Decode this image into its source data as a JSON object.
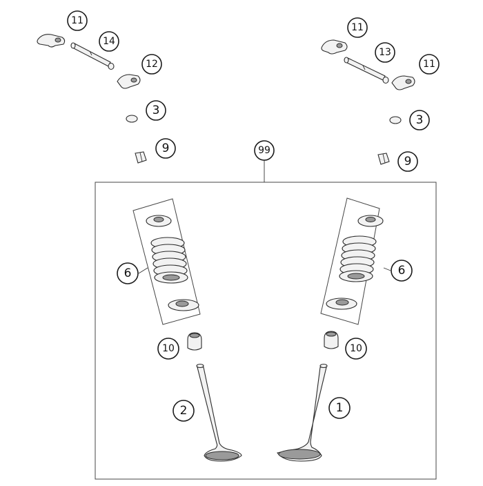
{
  "diagram": {
    "callouts": {
      "c11_top_left": "11",
      "c14": "14",
      "c12": "12",
      "c3_left": "3",
      "c9_left": "9",
      "c11_top_right": "11",
      "c13": "13",
      "c11_right": "11",
      "c3_right": "3",
      "c9_right": "9",
      "c99": "99",
      "c6_left": "6",
      "c6_right": "6",
      "c10_left": "10",
      "c10_right": "10",
      "c2": "2",
      "c1": "1"
    },
    "colors": {
      "line": "#2a2a2a",
      "fill": "#f2f2f2",
      "shade": "#9a9a9a"
    }
  }
}
